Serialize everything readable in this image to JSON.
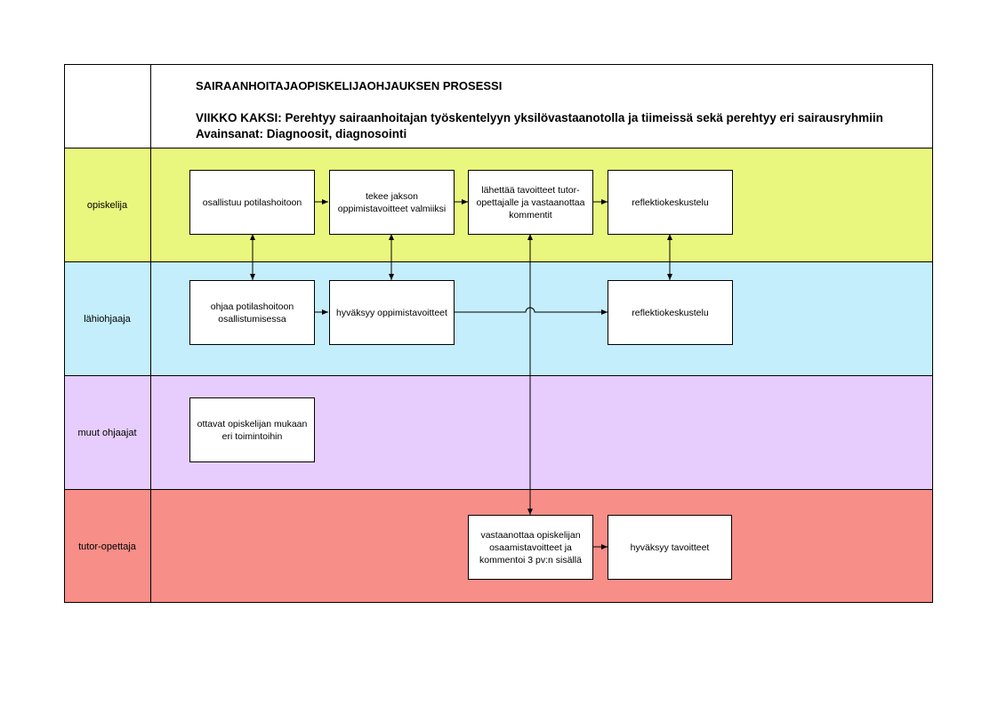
{
  "title": "SAIRAANHOITAJAOPISKELIJAOHJAUKSEN PROSESSI",
  "subtitle_line1": "VIIKKO KAKSI: Perehtyy sairaanhoitajan työskentelyyn yksilövastaanotolla ja tiimeissä sekä perehtyy eri sairausryhmiin",
  "subtitle_line2": "Avainsanat: Diagnoosit, diagnosointi",
  "lanes": [
    {
      "label": "opiskelija",
      "color": "#eaf77e"
    },
    {
      "label": "lähiohjaaja",
      "color": "#c4eefb"
    },
    {
      "label": "muut ohjaajat",
      "color": "#e6cdfd"
    },
    {
      "label": "tutor-opettaja",
      "color": "#f78e88"
    }
  ],
  "boxes": {
    "osallistuu": "osallistuu potilashoitoon",
    "tekee_jakson": "tekee jakson oppimistavoitteet valmiiksi",
    "lahettaa": "lähettää tavoitteet tutor-opettajalle ja vastaanottaa kommentit",
    "reflektio1": "reflektiokeskustelu",
    "ohjaa": "ohjaa potilashoitoon osallistumisessa",
    "hyvaksyy_opp": "hyväksyy oppimistavoitteet",
    "reflektio2": "reflektiokeskustelu",
    "ottavat": "ottavat opiskelijan mukaan eri toimintoihin",
    "vastaanottaa": "vastaanottaa opiskelijan osaamistavoitteet ja kommentoi 3 pv:n sisällä",
    "hyvaksyy_tav": "hyväksyy tavoitteet"
  }
}
